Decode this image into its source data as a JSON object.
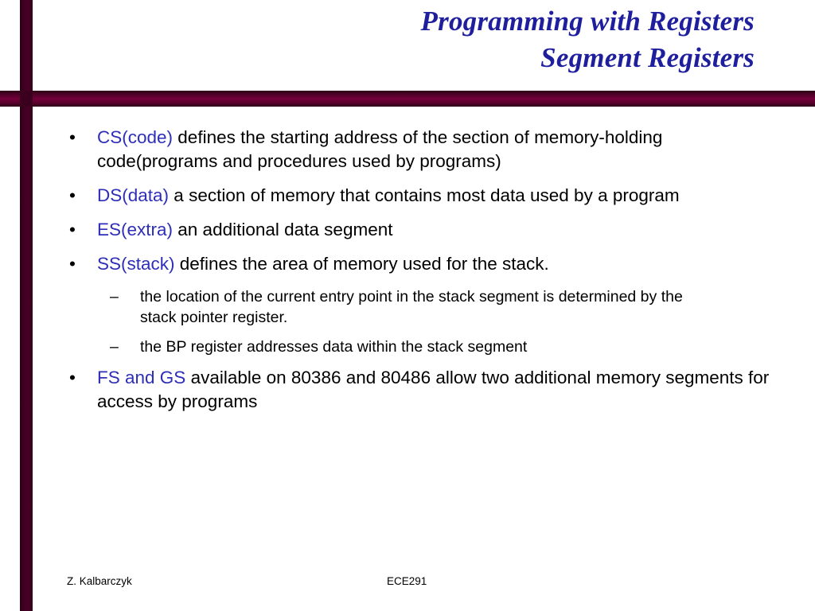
{
  "slide": {
    "title": {
      "line1": "Programming with Registers",
      "line2": "Segment Registers"
    },
    "colors": {
      "title_blue": "#1f1f9e",
      "keyword_blue": "#2e2eb8",
      "bar_maroon": "#4d0026",
      "bar_highlight": "#73003a",
      "body_text": "#000000",
      "background": "#ffffff"
    },
    "bullets": [
      {
        "marker": "•",
        "keyword": "CS(code)",
        "text": " defines the starting address of the section of memory-holding code(programs and procedures used by programs)"
      },
      {
        "marker": "•",
        "keyword": "DS(data)",
        "text": " a section of memory that contains most data used by a program"
      },
      {
        "marker": "•",
        "keyword": "ES(extra)",
        "text": " an additional data segment"
      },
      {
        "marker": "•",
        "keyword": "SS(stack)",
        "text": " defines the area of memory used for the stack."
      },
      {
        "marker": "•",
        "keyword": "FS and GS",
        "text": " available on 80386 and 80486 allow two additional memory segments for access by programs"
      }
    ],
    "sub_bullets": [
      {
        "marker": "–",
        "text": "the location of the current entry point in the stack segment is determined by the stack pointer register."
      },
      {
        "marker": "–",
        "text": "the BP register addresses data within the stack segment"
      }
    ],
    "footer": {
      "author": "Z. Kalbarczyk",
      "course": "ECE291"
    }
  }
}
